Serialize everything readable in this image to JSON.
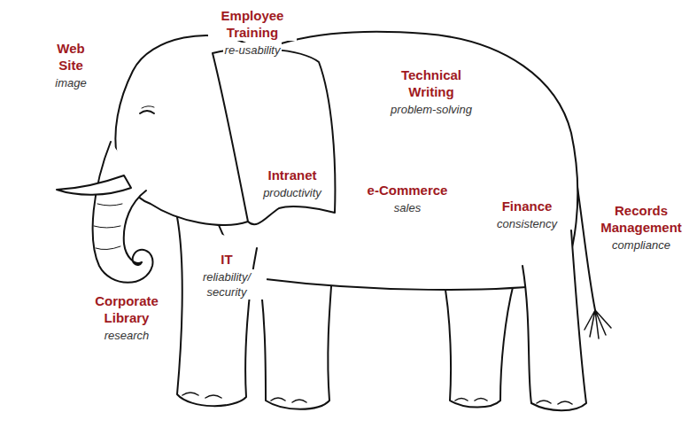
{
  "diagram": {
    "labels": [
      "Web Site",
      "image",
      "Employee Training",
      "re-usability",
      "Technical Writing",
      "problem-solving",
      "Intranet",
      "productivity",
      "e-Commerce",
      "sales",
      "Finance",
      "consistency",
      "Records Management",
      "compliance",
      "IT",
      "reliability/ security",
      "Corporate Library",
      "research"
    ]
  }
}
